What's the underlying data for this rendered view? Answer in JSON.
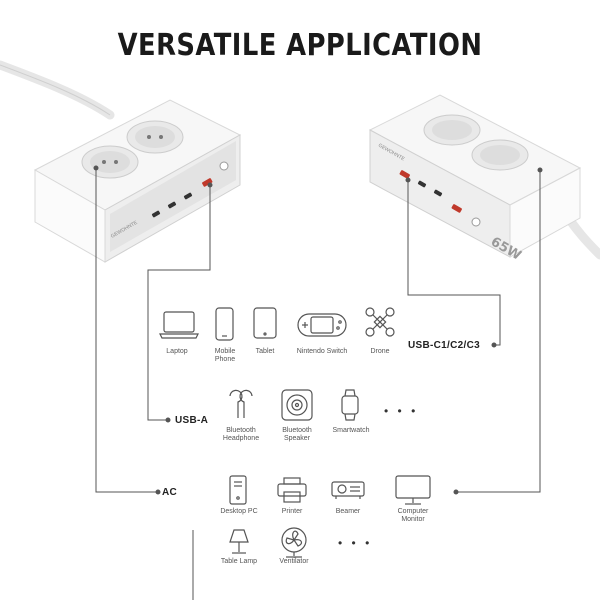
{
  "title": "VERSATILE APPLICATION",
  "brand": "GEWOHNTE",
  "wattage": "65W",
  "groups": {
    "usbc": "USB-C1/C2/C3",
    "usba": "USB-A",
    "ac": "AC"
  },
  "usbc_devices": [
    "Laptop",
    "Mobile Phone",
    "Tablet",
    "Nintendo Switch",
    "Drone"
  ],
  "usba_devices": [
    "Bluetooth Headphone",
    "Bluetooth Speaker",
    "Smartwatch"
  ],
  "ac_devices": [
    "Desktop PC",
    "Printer",
    "Beamer",
    "Computer Monitor",
    "Table Lamp",
    "Ventilator"
  ],
  "ellipsis": "• • •",
  "colors": {
    "line": "#555555",
    "body": "#f4f4f4",
    "icon": "#555555",
    "title": "#1a1a1a"
  }
}
